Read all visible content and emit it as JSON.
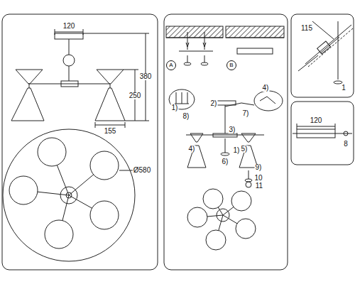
{
  "diagram": {
    "nodes": [
      {
        "text": [
          "A"
        ]
      },
      {
        "text": [
          "B"
        ]
      }
    ],
    "labels": [
      "120",
      "380",
      "250",
      "155",
      "Ø580",
      "1)",
      "2)",
      "8)",
      "7)",
      "4)",
      "3)",
      "4)",
      "5)",
      "1)",
      "6)",
      "9)",
      "10",
      "11",
      "115",
      "1",
      "120",
      "8"
    ]
  }
}
